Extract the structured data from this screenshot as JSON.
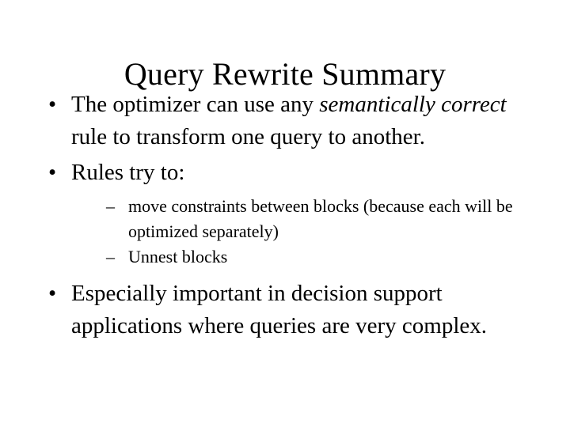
{
  "slide": {
    "title": "Query Rewrite Summary",
    "background_color": "#ffffff",
    "text_color": "#000000",
    "bullet_marker": "•",
    "subbullet_marker": "–",
    "bullets": [
      {
        "id": "bullet-optimizer-rule",
        "level": 1,
        "text_parts": [
          {
            "text": "The optimizer can use any ",
            "style": "normal"
          },
          {
            "text": "semantically correct",
            "style": "italic"
          },
          {
            "text": " rule to transform one query to another.",
            "style": "normal"
          }
        ],
        "plain_text": "The optimizer can use any semantically correct rule to transform one query to another."
      },
      {
        "id": "bullet-rules-try-to",
        "level": 1,
        "plain_text": "Rules try to:",
        "children": [
          {
            "id": "subbullet-move-constraints",
            "level": 2,
            "plain_text": "move constraints between blocks (because each will be optimized separately)"
          },
          {
            "id": "subbullet-unnest-blocks",
            "level": 2,
            "plain_text": "Unnest blocks"
          }
        ]
      },
      {
        "id": "bullet-decision-support",
        "level": 1,
        "plain_text": "Especially important in decision support applications where queries are very complex."
      }
    ]
  }
}
